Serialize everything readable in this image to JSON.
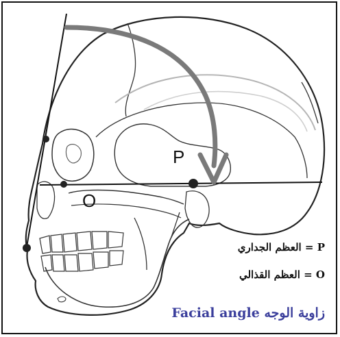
{
  "labels": {
    "point_p": "P",
    "point_o": "O"
  },
  "legend": {
    "p_line": "P = العظم الجداري",
    "o_line": "O = العظم القذالي"
  },
  "caption": "زاوية الوجه Facial angle",
  "colors": {
    "outline": "#222222",
    "arrow": "#7a7a7a",
    "inner_arc": "#b5b5b5",
    "caption": "#3b3f9c"
  }
}
